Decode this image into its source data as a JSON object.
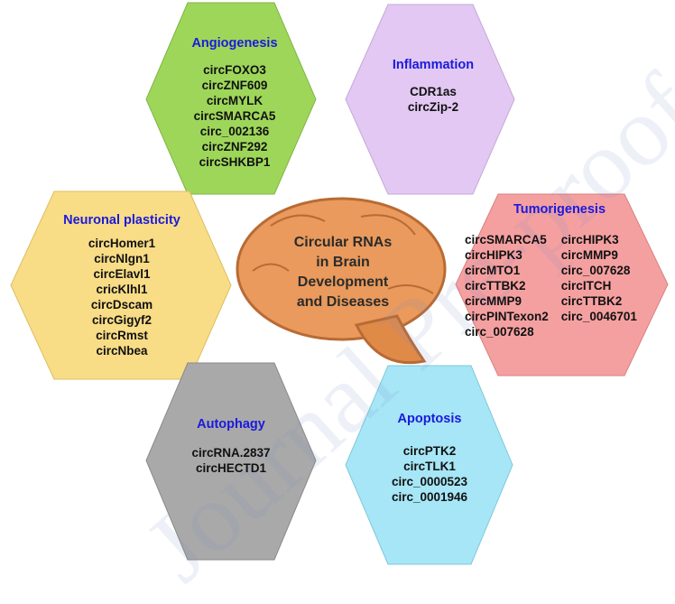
{
  "center_title": [
    "Circular RNAs",
    "in Brain Development",
    "and Diseases"
  ],
  "watermark": "Journal Pre-proof",
  "colors": {
    "angiogenesis": "#9ed65a",
    "inflammation": "#e2c8f2",
    "neuronal": "#f8dc86",
    "tumorigenesis": "#f5a0a0",
    "autophagy": "#a9a9a9",
    "apoptosis": "#a6e6f6",
    "brain": "#e99a5c",
    "title": "#1a1adc"
  },
  "angiogenesis": {
    "title": "Angiogenesis",
    "items": [
      "circFOXO3",
      "circZNF609",
      "circMYLK",
      "circSMARCA5",
      "circ_002136",
      "circZNF292",
      "circSHKBP1"
    ]
  },
  "inflammation": {
    "title": "Inflammation",
    "items": [
      "CDR1as",
      "circZip-2"
    ]
  },
  "neuronal": {
    "title": "Neuronal plasticity",
    "items": [
      "circHomer1",
      "circNlgn1",
      "circElavl1",
      "cricKlhl1",
      "circDscam",
      "circGigyf2",
      "circRmst",
      "circNbea"
    ]
  },
  "tumorigenesis": {
    "title": "Tumorigenesis",
    "col1": [
      "circSMARCA5",
      "circHIPK3",
      "circMTO1",
      "circTTBK2",
      "circMMP9",
      "circPINTexon2",
      "circ_007628"
    ],
    "col2": [
      "circHIPK3",
      "circMMP9",
      "circ_007628",
      "circITCH",
      "circTTBK2",
      "circ_0046701"
    ]
  },
  "autophagy": {
    "title": "Autophagy",
    "items": [
      "circRNA.2837",
      "circHECTD1"
    ]
  },
  "apoptosis": {
    "title": "Apoptosis",
    "items": [
      "circPTK2",
      "circTLK1",
      "circ_0000523",
      "circ_0001946"
    ]
  }
}
